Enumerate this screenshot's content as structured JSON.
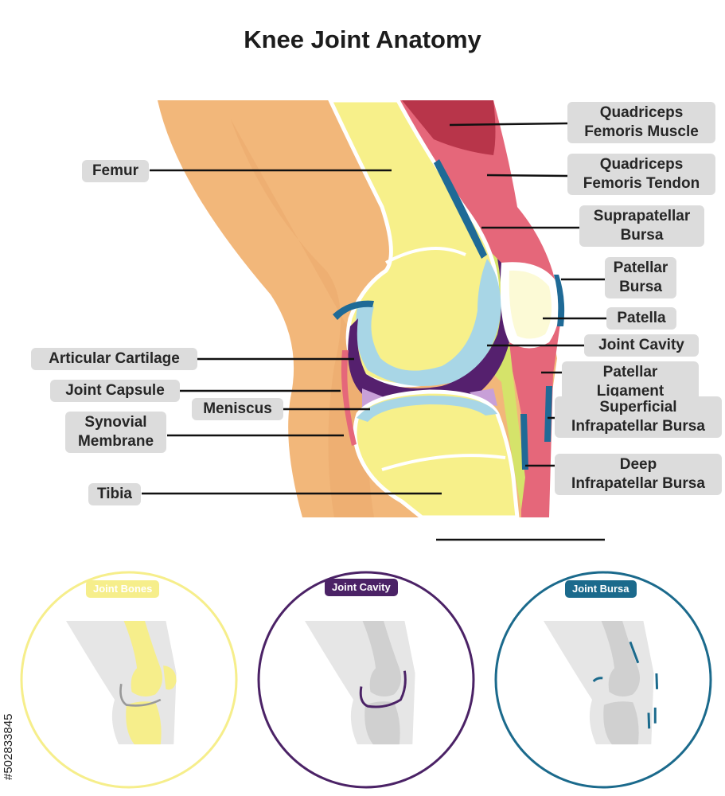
{
  "title": "Knee Joint Anatomy",
  "labels": {
    "quad_muscle": [
      "Quadriceps",
      "Femoris Muscle"
    ],
    "quad_tendon": [
      "Quadriceps",
      "Femoris Tendon"
    ],
    "suprapatellar": [
      "Suprapatellar",
      "Bursa"
    ],
    "patellar_bursa": [
      "Patellar",
      "Bursa"
    ],
    "patella": "Patella",
    "joint_cavity": "Joint Cavity",
    "patellar_ligament": "Patellar Ligament",
    "superficial": [
      "Superficial",
      "Infrapatellar Bursa"
    ],
    "deep": [
      "Deep",
      "Infrapatellar Bursa"
    ],
    "femur": "Femur",
    "articular_cartilage": "Articular Cartilage",
    "joint_capsule": "Joint Capsule",
    "meniscus": "Meniscus",
    "synovial": [
      "Synovial",
      "Membrane"
    ],
    "tibia": "Tibia"
  },
  "panels": [
    {
      "label": "Joint Bones",
      "color": "#f6ee8b"
    },
    {
      "label": "Joint Cavity",
      "color": "#4b2266"
    },
    {
      "label": "Joint Bursa",
      "color": "#1b6a8c"
    }
  ],
  "watermark_id": "#502833845",
  "colors": {
    "skin": "#f2b77a",
    "bone": "#f7f08a",
    "cartilage": "#a8d6e6",
    "cavity": "#55206e",
    "muscle": "#e5677a",
    "bursa": "#1f6a96",
    "fat": "#d5e36a"
  }
}
